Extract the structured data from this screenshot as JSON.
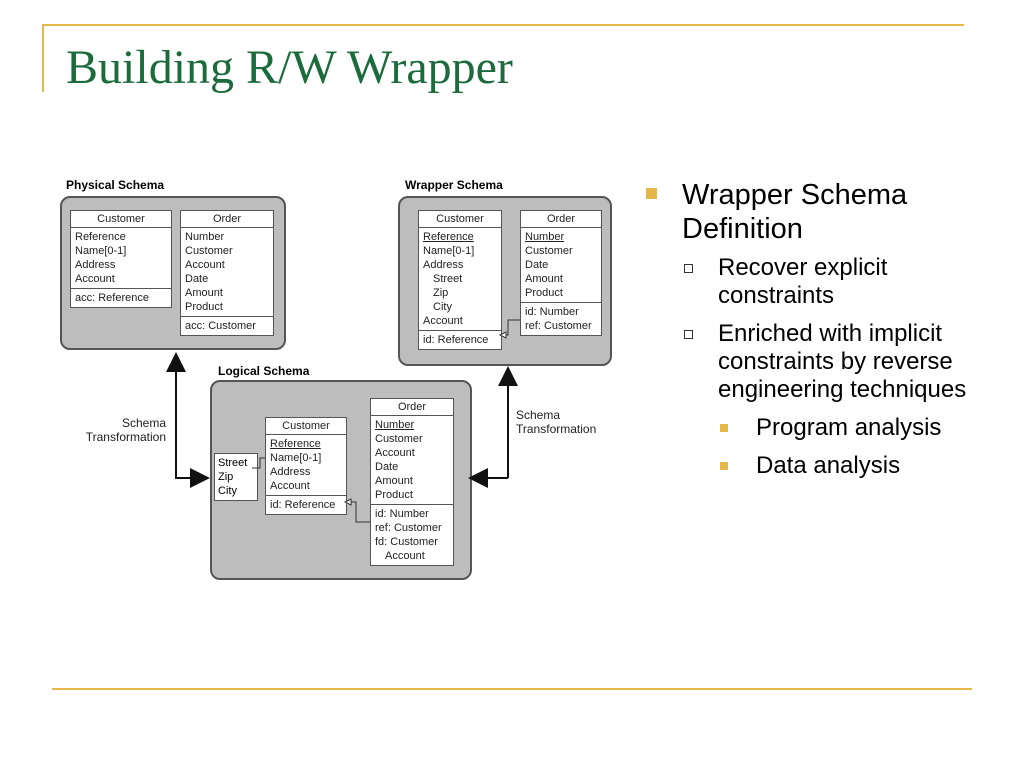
{
  "slide": {
    "title": "Building R/W Wrapper"
  },
  "diagram": {
    "physical": {
      "label": "Physical Schema",
      "customer": {
        "header": "Customer",
        "rows": [
          "Reference",
          "Name[0-1]",
          "Address",
          "Account"
        ],
        "footer": "acc:  Reference"
      },
      "order": {
        "header": "Order",
        "rows": [
          "Number",
          "Customer",
          "Account",
          "Date",
          "Amount",
          "Product"
        ],
        "footer": "acc:  Customer"
      }
    },
    "wrapper": {
      "label": "Wrapper Schema",
      "customer": {
        "header": "Customer",
        "rows": [
          "Reference",
          "Name[0-1]",
          "Address",
          "Street",
          "Zip",
          "City",
          "Account"
        ],
        "footer": "id: Reference"
      },
      "order": {
        "header": "Order",
        "rows": [
          "Number",
          "Customer",
          "Date",
          "Amount",
          "Product"
        ],
        "footer": [
          "id:  Number",
          "ref: Customer"
        ]
      }
    },
    "logical": {
      "label": "Logical Schema",
      "address_note": [
        "Street",
        "Zip",
        "City"
      ],
      "customer": {
        "header": "Customer",
        "rows": [
          "Reference",
          "Name[0-1]",
          "Address",
          "Account"
        ],
        "footer": "id:  Reference"
      },
      "order": {
        "header": "Order",
        "rows": [
          "Number",
          "Customer",
          "Account",
          "Date",
          "Amount",
          "Product"
        ],
        "footer": [
          "id:  Number",
          "ref:  Customer",
          "fd:  Customer",
          "Account"
        ]
      }
    },
    "transform_left": [
      "Schema",
      "Transformation"
    ],
    "transform_right": [
      "Schema",
      "Transformation"
    ]
  },
  "bullets": {
    "main": "Wrapper Schema Definition",
    "sub1": "Recover explicit constraints",
    "sub2": "Enriched with implicit constraints by reverse engineering techniques",
    "subsub1": "Program analysis",
    "subsub2": "Data analysis"
  },
  "colors": {
    "accent": "#e6b84a",
    "title": "#1c6b3c",
    "panel": "#bdbdbd"
  }
}
